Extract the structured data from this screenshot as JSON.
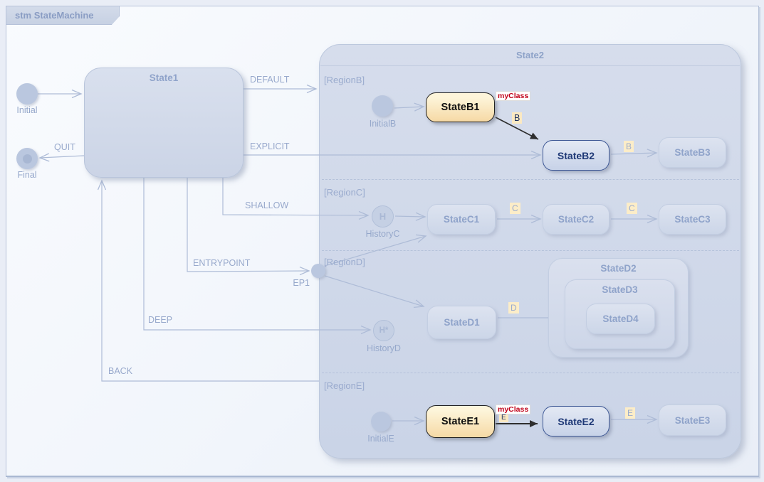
{
  "frame": {
    "title": "stm StateMachine"
  },
  "states": {
    "state1": {
      "label": "State1"
    },
    "state2": {
      "label": "State2"
    },
    "stateB1": {
      "label": "StateB1"
    },
    "stateB2": {
      "label": "StateB2"
    },
    "stateB3": {
      "label": "StateB3"
    },
    "stateC1": {
      "label": "StateC1"
    },
    "stateC2": {
      "label": "StateC2"
    },
    "stateC3": {
      "label": "StateC3"
    },
    "stateD1": {
      "label": "StateD1"
    },
    "stateD2": {
      "label": "StateD2"
    },
    "stateD3": {
      "label": "StateD3"
    },
    "stateD4": {
      "label": "StateD4"
    },
    "stateE1": {
      "label": "StateE1"
    },
    "stateE2": {
      "label": "StateE2"
    },
    "stateE3": {
      "label": "StateE3"
    }
  },
  "pseudostates": {
    "initial": {
      "label": "Initial"
    },
    "final": {
      "label": "Final"
    },
    "initialB": {
      "label": "InitialB"
    },
    "historyC": {
      "label": "HistoryC",
      "glyph": "H"
    },
    "ep1": {
      "label": "EP1"
    },
    "historyD": {
      "label": "HistoryD",
      "glyph": "H*"
    },
    "initialE": {
      "label": "InitialE"
    }
  },
  "regions": {
    "b": "[RegionB]",
    "c": "[RegionC]",
    "d": "[RegionD]",
    "e": "[RegionE]"
  },
  "transitions": {
    "default": "DEFAULT",
    "explicit": "EXPLICIT",
    "quit": "QUIT",
    "shallow": "SHALLOW",
    "entrypoint": "ENTRYPOINT",
    "deep": "DEEP",
    "back": "BACK"
  },
  "badges": {
    "b_arrow": "B",
    "b_next": "B",
    "c1": "C",
    "c2": "C",
    "d": "D",
    "e_arrow": "E",
    "e_next": "E"
  },
  "stereotypes": {
    "myClassB": "myClass",
    "myClassE": "myClass"
  },
  "colors": {
    "highlight_fill": "#f6d9a5",
    "highlight_border": "#222222",
    "navy_border": "#3d5795",
    "stereotype_red": "#c00018",
    "faint_line": "#aebcd7",
    "badge_bg": "#fcedc8"
  }
}
